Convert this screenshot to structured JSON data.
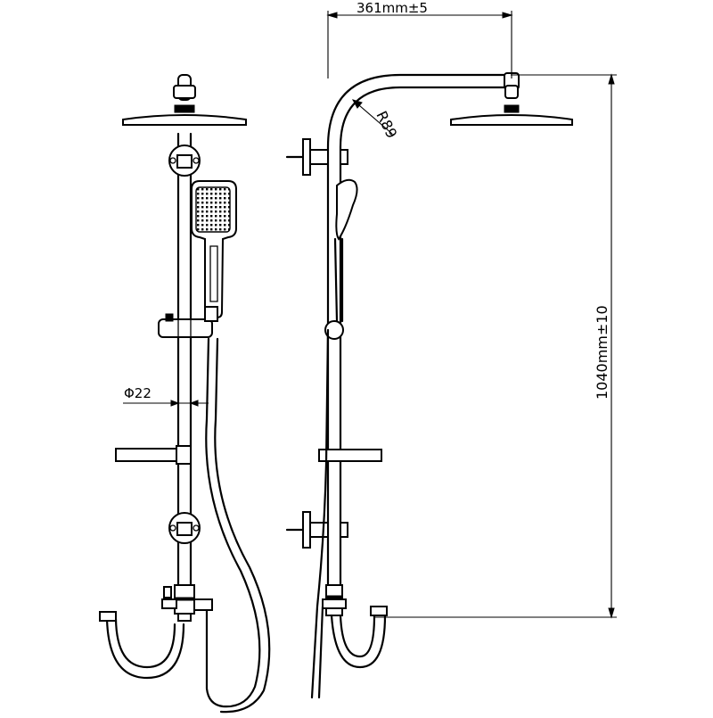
{
  "dimensions": {
    "diameter": "Φ22",
    "radius": "R89",
    "width": "361mm±5",
    "height": "1040mm±10"
  }
}
